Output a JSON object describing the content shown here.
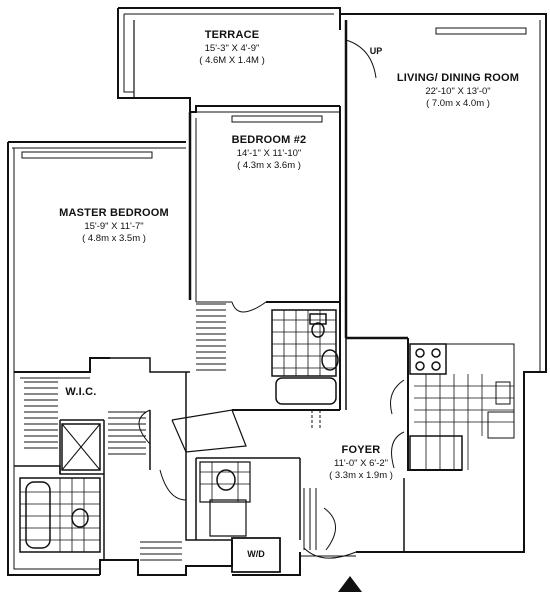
{
  "rooms": {
    "terrace": {
      "name": "TERRACE",
      "dim_imperial": "15'-3\" X 4'-9\"",
      "dim_metric": "( 4.6M X 1.4M )"
    },
    "living": {
      "name": "LIVING/ DINING ROOM",
      "dim_imperial": "22'-10\" X 13'-0\"",
      "dim_metric": "( 7.0m x 4.0m )"
    },
    "bedroom2": {
      "name": "BEDROOM #2",
      "dim_imperial": "14'-1\" X 11'-10\"",
      "dim_metric": "( 4.3m x 3.6m )"
    },
    "master": {
      "name": "MASTER BEDROOM",
      "dim_imperial": "15'-9\" X 11'-7\"",
      "dim_metric": "( 4.8m x 3.5m )"
    },
    "wic": {
      "name": "W.I.C."
    },
    "foyer": {
      "name": "FOYER",
      "dim_imperial": "11'-0\" X 6'-2\"",
      "dim_metric": "( 3.3m x 1.9m )"
    }
  },
  "labels": {
    "up": "UP",
    "washer_dryer": "W/D"
  },
  "colors": {
    "wall": "#111111",
    "background": "#ffffff"
  }
}
